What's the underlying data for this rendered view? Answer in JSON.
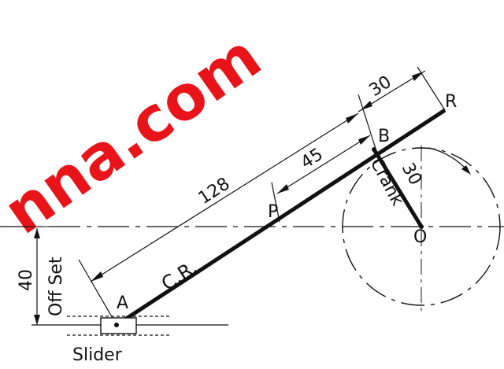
{
  "watermark": {
    "text": "nna.com",
    "color": "#e8141a"
  },
  "labels": {
    "point_a": "A",
    "point_b": "B",
    "point_p": "P",
    "point_r": "R",
    "point_o": "O",
    "crank": "Crank",
    "crank_len": "30",
    "connecting_rod": "C.R.",
    "dim_128": "128",
    "dim_45": "45",
    "dim_30_top": "30",
    "offset_label": "Off Set",
    "offset_value": "40",
    "slider": "Slider"
  }
}
